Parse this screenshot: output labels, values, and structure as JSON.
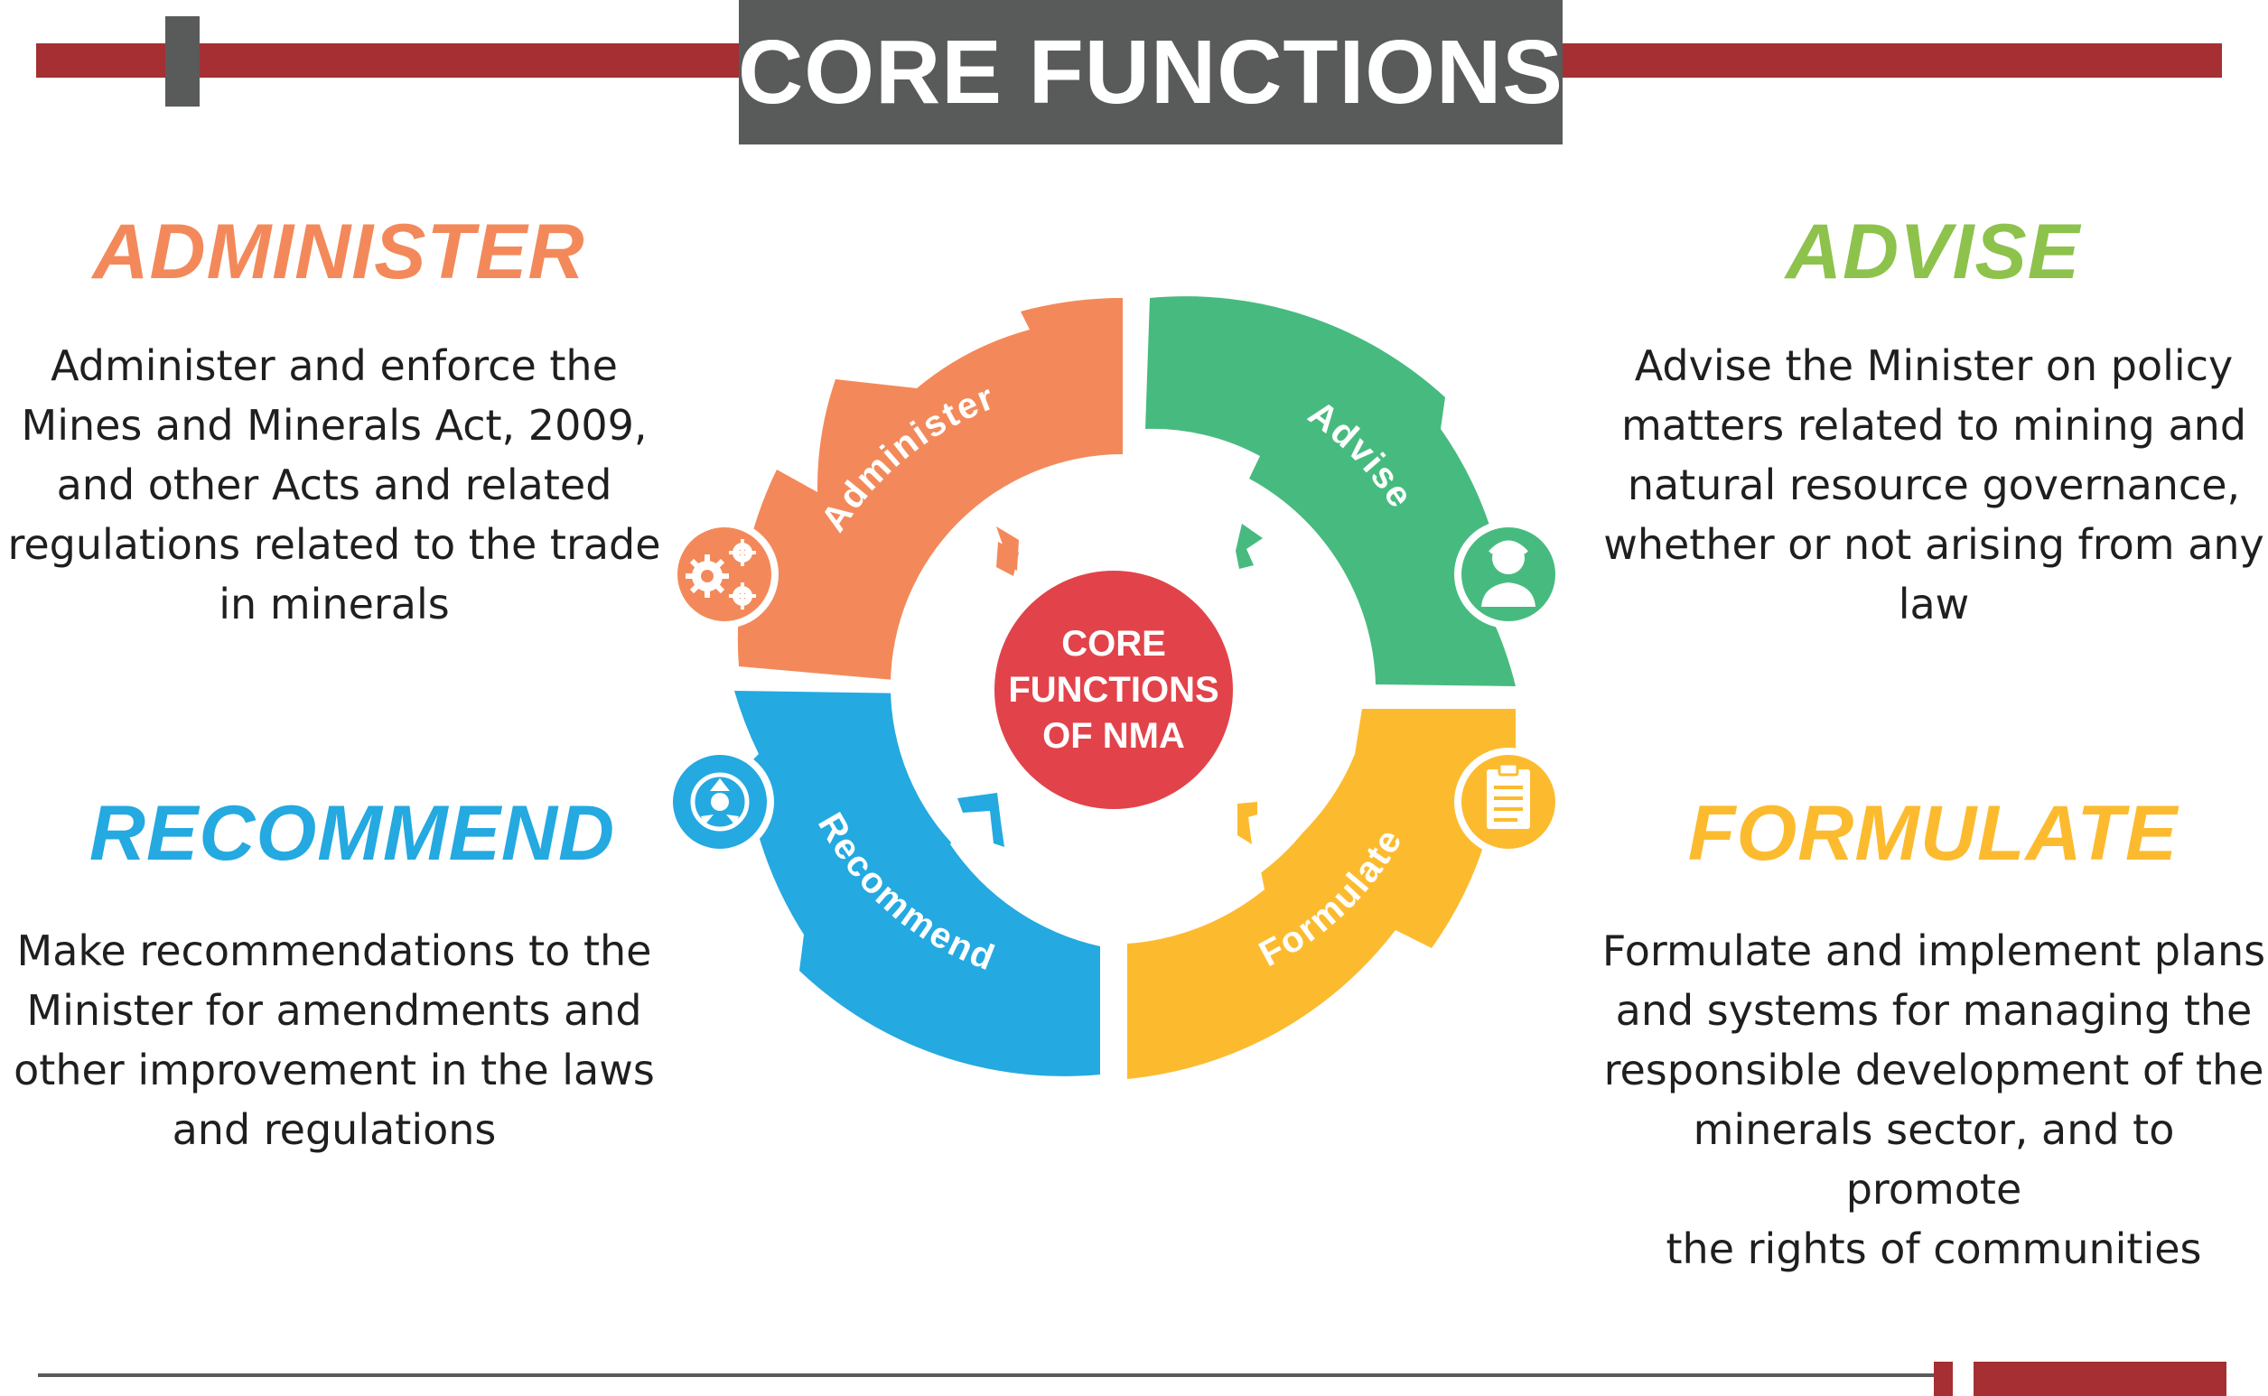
{
  "header": {
    "title": "CORE FUNCTIONS"
  },
  "colors": {
    "administer": "#f3895a",
    "advise": "#47bb7f",
    "recommend": "#24a9e1",
    "formulate": "#fcbb2f",
    "center": "#e2434a",
    "bar_red": "#a52f33",
    "bar_gray": "#595b5a"
  },
  "diagram": {
    "center_label": "CORE\nFUNCTIONS\nOF NMA",
    "segments": [
      {
        "label": "Administer",
        "icon": "gears-icon"
      },
      {
        "label": "Advise",
        "icon": "advisor-person-icon"
      },
      {
        "label": "Formulate",
        "icon": "clipboard-icon"
      },
      {
        "label": "Recommend",
        "icon": "arrows-outward-icon"
      }
    ]
  },
  "sections": {
    "administer": {
      "heading": "ADMINISTER",
      "text": "Administer and enforce the\nMines and Minerals Act, 2009,\nand other Acts and related\nregulations related to the trade\nin minerals"
    },
    "advise": {
      "heading": "ADVISE",
      "text": "Advise the Minister on policy\nmatters related to mining and\nnatural resource governance,\nwhether or not arising from any\nlaw"
    },
    "recommend": {
      "heading": "RECOMMEND",
      "text": "Make recommendations to the\nMinister for amendments and\nother improvement in the laws\nand regulations"
    },
    "formulate": {
      "heading": "FORMULATE",
      "text": "Formulate and implement plans\nand systems for managing the\nresponsible development of the\nminerals sector, and to promote\nthe rights of communities"
    }
  }
}
